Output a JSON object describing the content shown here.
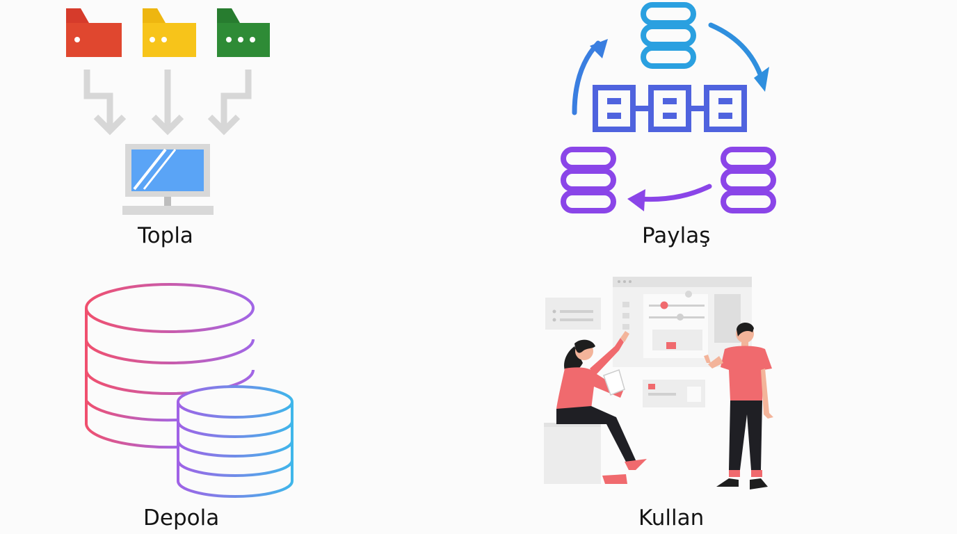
{
  "quadrants": [
    {
      "label": "Topla",
      "icon": "folders-to-computer",
      "colors": {
        "red": "#d63b2b",
        "yellow": "#f7c41a",
        "green": "#2e8b36",
        "arrow": "#d7d7d7",
        "screen": "#5aa4f6",
        "monitor": "#d8d8d8"
      }
    },
    {
      "label": "Paylaş",
      "icon": "database-sync-cycle",
      "colors": {
        "blue": "#2f8fde",
        "indigo": "#4f63de",
        "purple": "#8a45e8"
      }
    },
    {
      "label": "Depola",
      "icon": "stacked-databases",
      "colors": {
        "pink": "#f0506e",
        "violet": "#9e6ae5",
        "cyan": "#3fb6ea"
      }
    },
    {
      "label": "Kullan",
      "icon": "people-with-dashboard",
      "colors": {
        "accent": "#f06a6e",
        "panel": "#ebebeb",
        "dark": "#2b2b2b"
      }
    }
  ]
}
